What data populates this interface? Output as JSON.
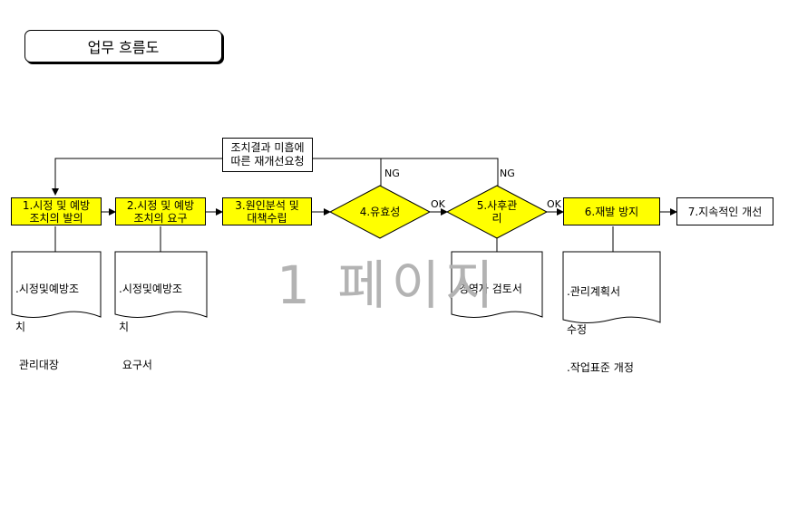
{
  "title": "업무 흐름도",
  "feedback": {
    "line1": "조치결과 미흡에",
    "line2": "따른 재개선요청"
  },
  "steps": [
    {
      "label_1": "1.시정 및 예방",
      "label_2": "조치의 발의"
    },
    {
      "label_1": "2.시정 및 예방",
      "label_2": "조치의 요구"
    },
    {
      "label_1": "3.원인분석 및",
      "label_2": "대책수립"
    },
    {
      "label_1": "4.유효성"
    },
    {
      "label_1": "5.사후관",
      "label_2": "리"
    },
    {
      "label_1": "6.재발 방지"
    },
    {
      "label_1": "7.지속적인 개선"
    }
  ],
  "documents": [
    {
      "lines": [
        ".시정및예방조",
        "치",
        " 관리대장"
      ]
    },
    {
      "lines": [
        ".시정및예방조",
        "치",
        " 요구서"
      ]
    },
    {
      "lines": [
        ".경영자 검토서"
      ]
    },
    {
      "lines": [
        ".관리계획서",
        "수정",
        ".작업표준 개정"
      ]
    }
  ],
  "labels": {
    "ng_1": "NG",
    "ng_2": "NG",
    "ok_1": "OK",
    "ok_2": "OK"
  },
  "watermark": "1 페이지",
  "colors": {
    "process_fill": "#ffff00",
    "watermark": "#b3b3b3"
  }
}
